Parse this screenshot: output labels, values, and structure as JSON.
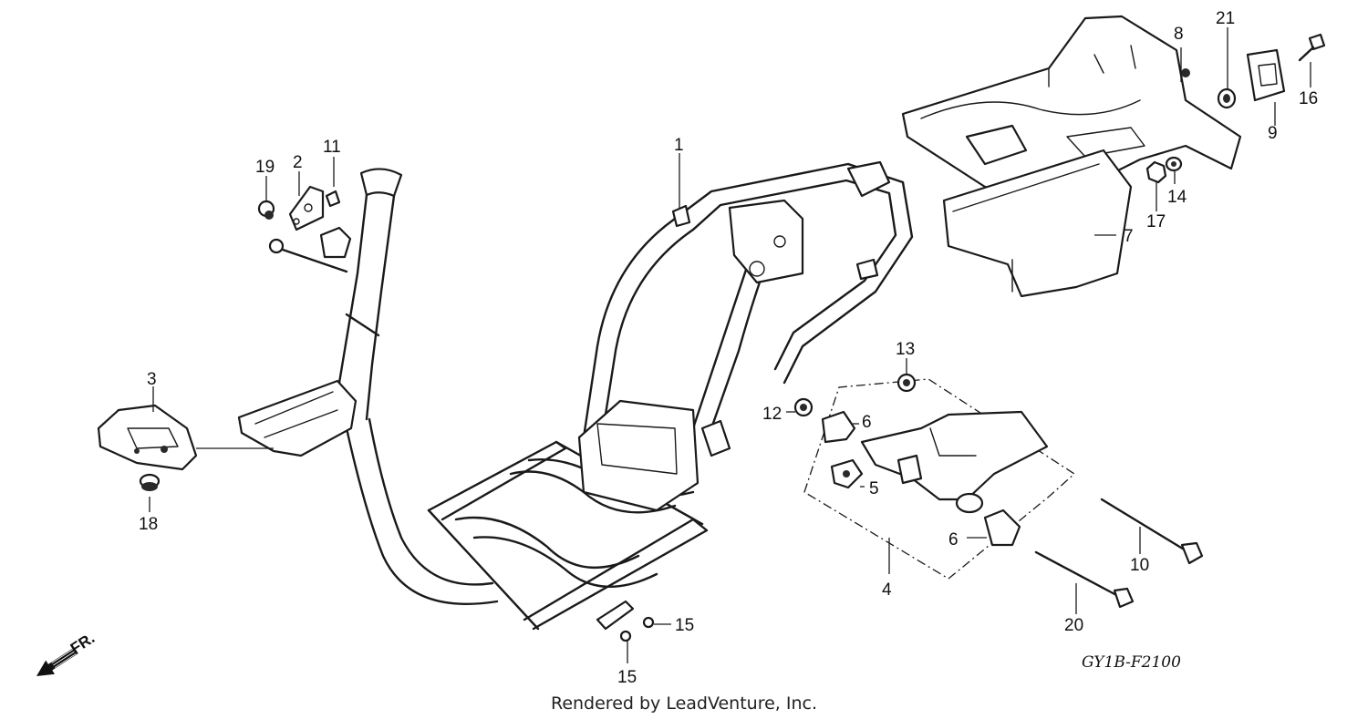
{
  "callouts": {
    "c1": "1",
    "c2": "2",
    "c3": "3",
    "c4": "4",
    "c5": "5",
    "c6a": "6",
    "c6b": "6",
    "c7": "7",
    "c8": "8",
    "c9": "9",
    "c10": "10",
    "c11": "11",
    "c12": "12",
    "c13": "13",
    "c14": "14",
    "c15a": "15",
    "c15b": "15",
    "c16": "16",
    "c17": "17",
    "c18": "18",
    "c19": "19",
    "c20": "20",
    "c21": "21"
  },
  "front_indicator": "FR.",
  "diagram_code": "GY1B-F2100",
  "credit": "Rendered by LeadVenture, Inc."
}
